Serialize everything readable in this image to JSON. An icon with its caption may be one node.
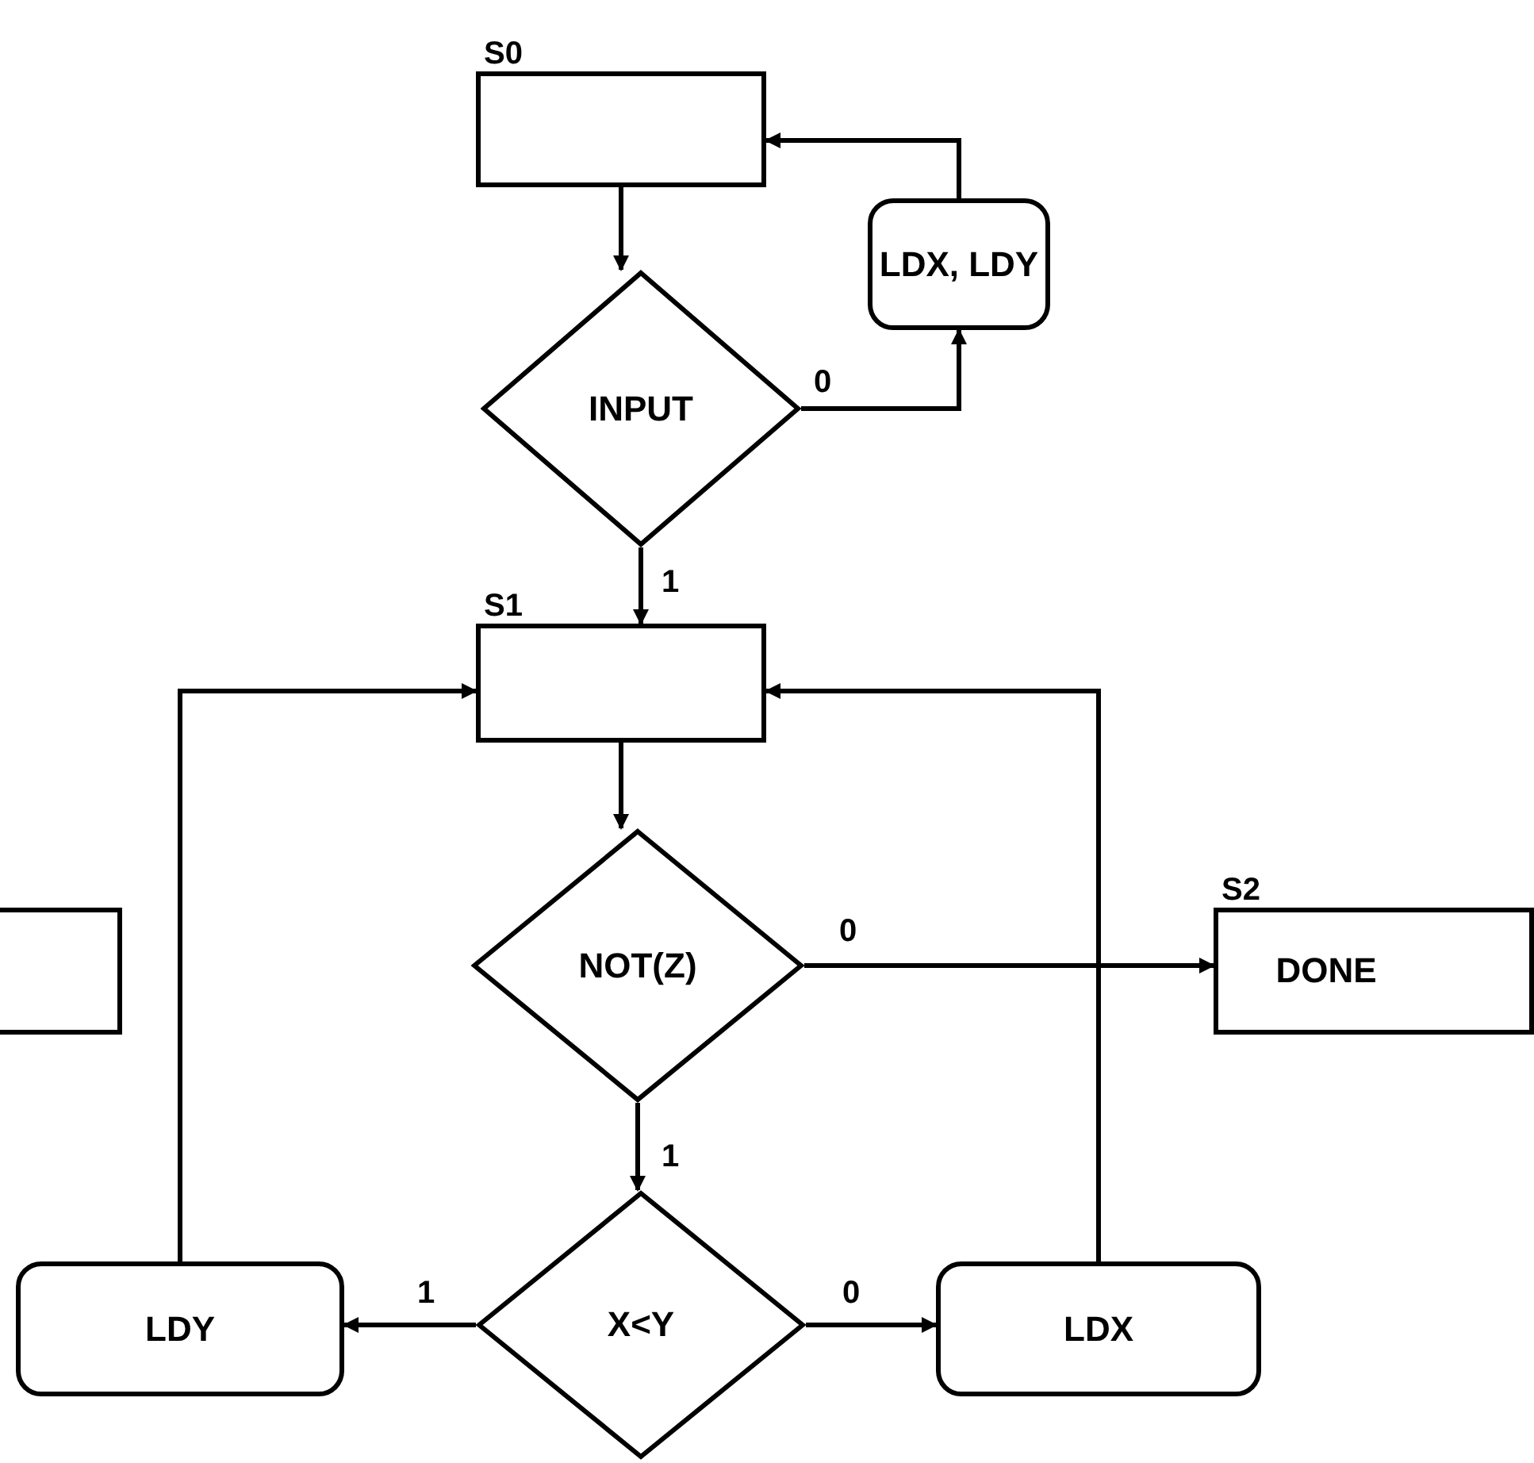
{
  "diagram": {
    "nodes": [
      {
        "text": [
          "S0"
        ]
      },
      {
        "text": [
          "INPUT"
        ]
      },
      {
        "text": [
          "LDX, LDY"
        ]
      },
      {
        "text": [
          "S1"
        ]
      },
      {
        "text": [
          "NOT(Z)"
        ]
      },
      {
        "text": [
          "S2",
          "DONE"
        ]
      },
      {
        "text": [],
        "shape": "box"
      },
      {
        "text": [
          "LDY"
        ]
      },
      {
        "text": [
          "X<Y"
        ]
      },
      {
        "text": [
          "LDX"
        ]
      }
    ],
    "edges": [
      {
        "from": 0,
        "to": 1,
        "arrow": "to"
      },
      {
        "from": 1,
        "to": 2,
        "arrow": "to",
        "label": "0"
      },
      {
        "from": 2,
        "to": 0,
        "arrow": "to"
      },
      {
        "from": 1,
        "to": 3,
        "arrow": "to",
        "label": "1"
      },
      {
        "from": 3,
        "to": 4,
        "arrow": "to"
      },
      {
        "from": 4,
        "to": 5,
        "arrow": "to",
        "label": "0"
      },
      {
        "from": 4,
        "to": 8,
        "arrow": "to",
        "label": "1"
      },
      {
        "from": 8,
        "to": 7,
        "arrow": "to",
        "label": "1"
      },
      {
        "from": 8,
        "to": 9,
        "arrow": "to",
        "label": "0"
      },
      {
        "from": 7,
        "to": 3,
        "arrow": "to"
      },
      {
        "from": 9,
        "to": 3,
        "arrow": "to"
      }
    ]
  }
}
